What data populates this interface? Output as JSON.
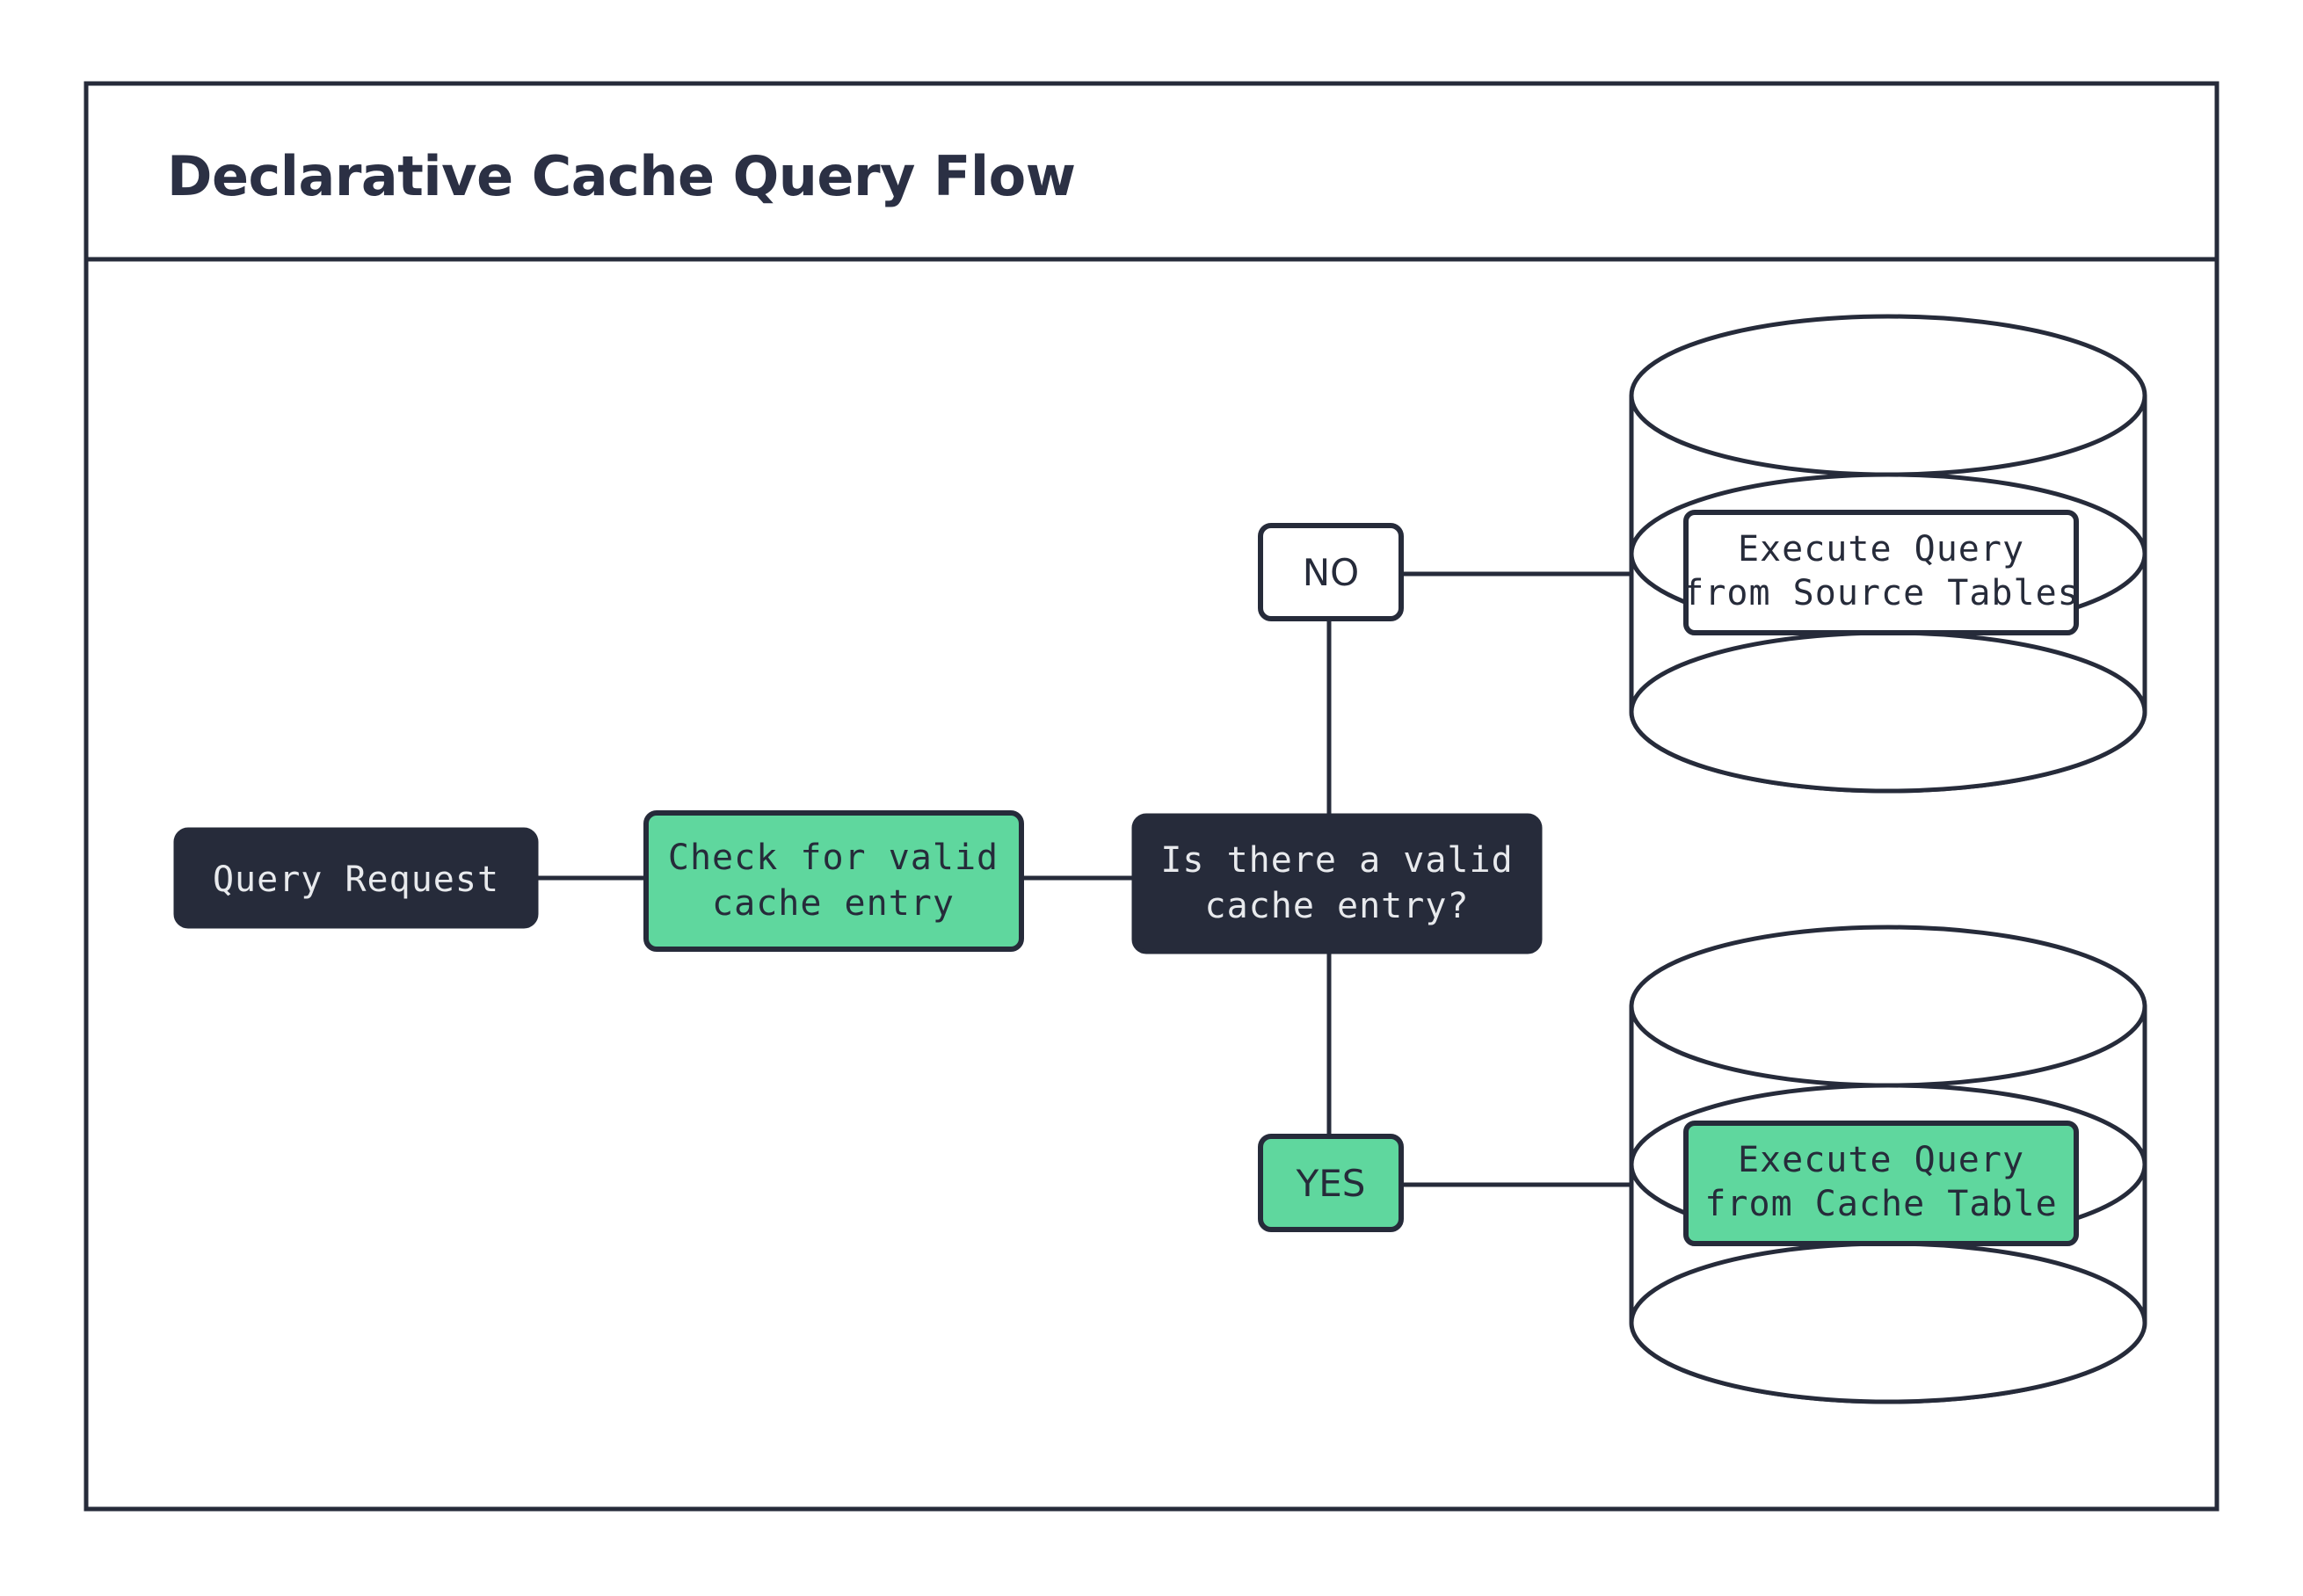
{
  "frame": {
    "title": "Declarative Cache Query Flow"
  },
  "colors": {
    "ink": "#262B3A",
    "accent_green": "#5FD79E",
    "surface": "#FFFFFF",
    "text_light": "#E8EAED"
  },
  "nodes": {
    "start": {
      "id": "query-request",
      "label": "Query Request",
      "style": "dark"
    },
    "check": {
      "id": "check-cache",
      "label_line1": "Check for valid",
      "label_line2": "cache entry",
      "style": "green"
    },
    "decision": {
      "id": "valid-cache-decision",
      "label_line1": "Is there a valid",
      "label_line2": "cache entry?",
      "style": "dark"
    },
    "branch_no": {
      "id": "branch-no",
      "label": "NO",
      "style": "white"
    },
    "branch_yes": {
      "id": "branch-yes",
      "label": "YES",
      "style": "green"
    },
    "source_db": {
      "id": "source-tables-database",
      "label_line1": "Execute Query",
      "label_line2": "from Source Tables",
      "style": "white"
    },
    "cache_db": {
      "id": "cache-table-database",
      "label_line1": "Execute Query",
      "label_line2": "from Cache Table",
      "style": "green"
    }
  },
  "icons": {
    "source_db_icon": "database-cylinder-icon",
    "cache_db_icon": "database-cylinder-icon"
  },
  "edges": [
    {
      "from": "query-request",
      "to": "check-cache"
    },
    {
      "from": "check-cache",
      "to": "valid-cache-decision"
    },
    {
      "from": "valid-cache-decision",
      "to": "branch-no"
    },
    {
      "from": "valid-cache-decision",
      "to": "branch-yes"
    },
    {
      "from": "branch-no",
      "to": "source-tables-database"
    },
    {
      "from": "branch-yes",
      "to": "cache-table-database"
    }
  ]
}
